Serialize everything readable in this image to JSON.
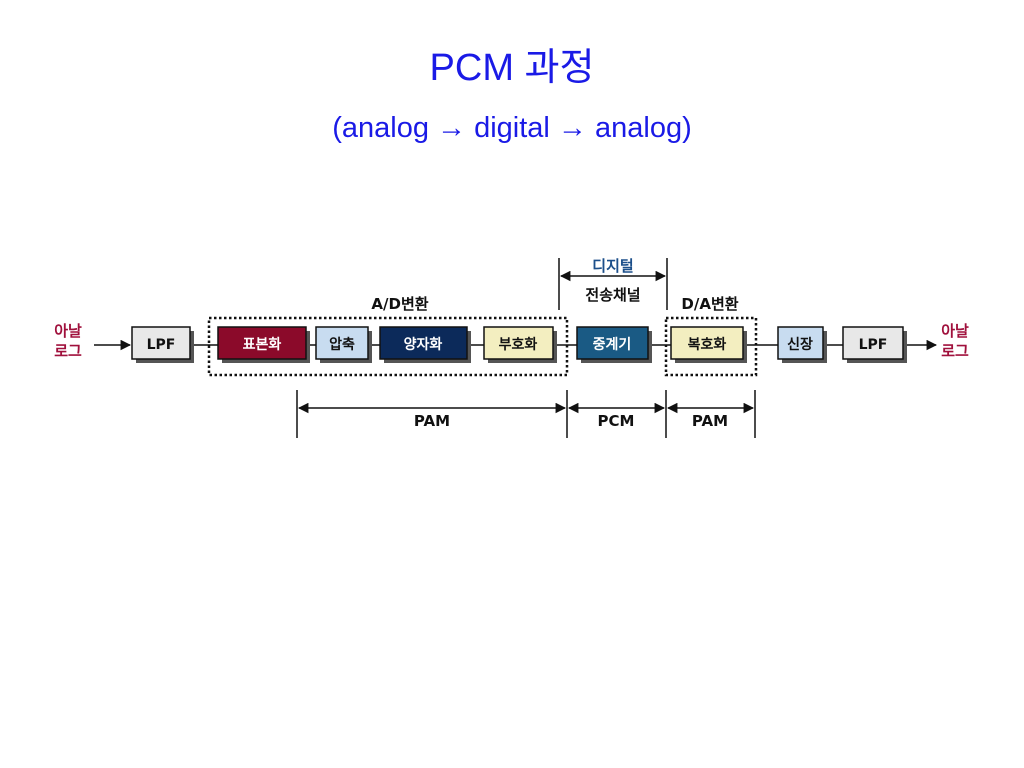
{
  "slide": {
    "title": "PCM 과정",
    "subtitle": "(analog → digital → analog)"
  },
  "diagram": {
    "input_label_line1": "아날",
    "input_label_line2": "로그",
    "output_label_line1": "아날",
    "output_label_line2": "로그",
    "blocks": {
      "lpf_in": "LPF",
      "sampling": "표본화",
      "compression": "압축",
      "quantization": "양자화",
      "encoding": "부호화",
      "repeater": "중계기",
      "decoding": "복호화",
      "expansion": "신장",
      "lpf_out": "LPF"
    },
    "group_labels": {
      "ad_conversion": "A/D변환",
      "da_conversion": "D/A변환",
      "digital": "디지털",
      "channel": "전송채널"
    },
    "span_labels": {
      "pam_left": "PAM",
      "pcm": "PCM",
      "pam_right": "PAM"
    },
    "colors": {
      "title": "#1a1ae6",
      "analog_label": "#a0103c",
      "lpf_fill": "#e8e8e8",
      "sampling_fill": "#8b0a2a",
      "compression_fill": "#c8dcf0",
      "quantization_fill": "#0c2a5a",
      "encoding_fill": "#f3eec0",
      "repeater_fill": "#1a5a84",
      "digital_label": "#1c4f8a"
    }
  }
}
